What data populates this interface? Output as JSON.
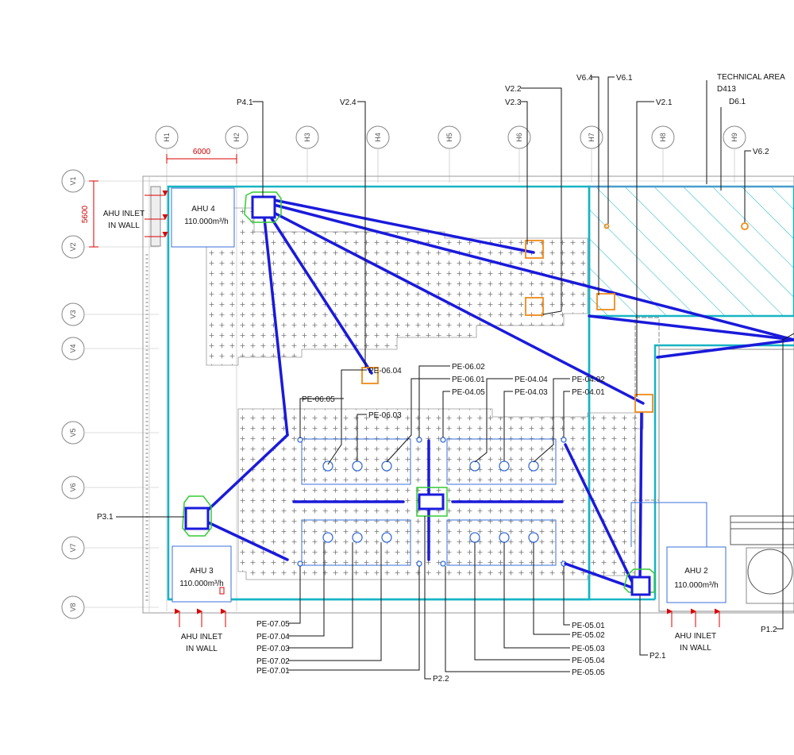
{
  "grid_cols": [
    "H1",
    "H2",
    "H3",
    "H4",
    "H5",
    "H6",
    "H7",
    "H8",
    "H9"
  ],
  "grid_rows": [
    "V1",
    "V2",
    "V3",
    "V4",
    "V5",
    "V6",
    "V7",
    "V8"
  ],
  "dims": {
    "col_spacing": "6000",
    "row_spacing": "5600"
  },
  "ahu": [
    {
      "name": "AHU 4",
      "flow": "110.000m³/h"
    },
    {
      "name": "AHU 3",
      "flow": "110.000m³/h"
    },
    {
      "name": "AHU 2",
      "flow": "110.000m³/h"
    }
  ],
  "inlets": [
    {
      "line1": "AHU INLET",
      "line2": "IN WALL"
    },
    {
      "line1": "AHU INLET",
      "line2": "IN WALL"
    },
    {
      "line1": "AHU INLET",
      "line2": "IN WALL"
    }
  ],
  "technical_area": {
    "line1": "TECHNICAL AREA",
    "line2": "D413",
    "line3": "D6.1"
  },
  "shafts": {
    "p41": "P4.1",
    "v24": "V2.4",
    "v22": "V2.2",
    "v23": "V2.3",
    "v64": "V6.4",
    "v61": "V6.1",
    "v21": "V2.1",
    "v62": "V6.2",
    "p31": "P3.1",
    "p22": "P2.2",
    "p21": "P2.1",
    "p12": "P1.2"
  },
  "outlets": {
    "pe0604": "PE-06.04",
    "pe0605": "PE-06.05",
    "pe0603": "PE-06.03",
    "pe0602": "PE-06.02",
    "pe0601": "PE-06.01",
    "pe0405": "PE-04.05",
    "pe0404": "PE-04.04",
    "pe0403": "PE-04.03",
    "pe0402": "PE-04.02",
    "pe0401": "PE-04.01",
    "pe0705": "PE-07.05",
    "pe0704": "PE-07.04",
    "pe0703": "PE-07.03",
    "pe0702": "PE-07.02",
    "pe0701": "PE-07.01",
    "pe0501": "PE-05.01",
    "pe0502": "PE-05.02",
    "pe0503": "PE-05.03",
    "pe0504": "PE-05.04",
    "pe0505": "PE-05.05"
  }
}
